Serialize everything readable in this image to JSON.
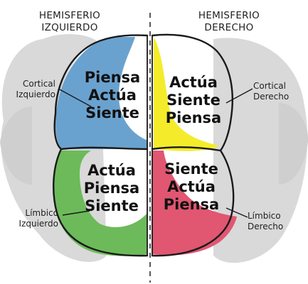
{
  "headers": {
    "left": [
      "HEMISFERIO",
      "IZQUIERDO"
    ],
    "right": [
      "HEMISFERIO",
      "DERECHO"
    ]
  },
  "labels": {
    "top_left": [
      "Cortical",
      "Izquierdo"
    ],
    "top_right": [
      "Cortical",
      "Derecho"
    ],
    "bottom_left": [
      "Límbico",
      "Izquierdo"
    ],
    "bottom_right": [
      "Límbico",
      "Derecho"
    ]
  },
  "quadrants": {
    "top_left": {
      "color": "#6aa2cf",
      "words": [
        "Piensa",
        "Actúa",
        "Siente"
      ]
    },
    "top_right": {
      "color": "#f4ec2a",
      "words": [
        "Actúa",
        "Siente",
        "Piensa"
      ]
    },
    "bottom_left": {
      "color": "#6dba5a",
      "words": [
        "Actúa",
        "Piensa",
        "Siente"
      ]
    },
    "bottom_right": {
      "color": "#e15671",
      "words": [
        "Siente",
        "Actúa",
        "Piensa"
      ]
    }
  },
  "colors": {
    "outline": "#1a1a1a",
    "background_shape": "#d9d9d9"
  }
}
